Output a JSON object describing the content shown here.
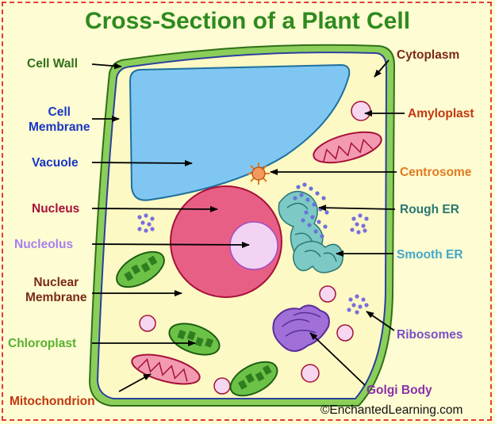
{
  "title": "Cross-Section of a Plant Cell",
  "credit": "©EnchantedLearning.com",
  "colors": {
    "title": "#2f8a1f",
    "frame": "#e23b3b",
    "background": "#fdfcd2",
    "cell_wall": "#8bcf5a",
    "cytoplasm": "#fcf9c4",
    "vacuole": "#7fc7f2",
    "nucleus": "#e85f86",
    "nucleolus": "#f2d3f3"
  },
  "labels": {
    "cell_wall": "Cell Wall",
    "cell_membrane": [
      "Cell",
      "Membrane"
    ],
    "vacuole": "Vacuole",
    "nucleus": "Nucleus",
    "nucleolus": "Nucleolus",
    "nuclear_membrane": [
      "Nuclear",
      "Membrane"
    ],
    "chloroplast": "Chloroplast",
    "mitochondrion": "Mitochondrion",
    "cytoplasm": "Cytoplasm",
    "amyloplast": "Amyloplast",
    "centrosome": "Centrosome",
    "rough_er": "Rough ER",
    "smooth_er": "Smooth ER",
    "ribosomes": "Ribosomes",
    "golgi_body": "Golgi Body"
  }
}
